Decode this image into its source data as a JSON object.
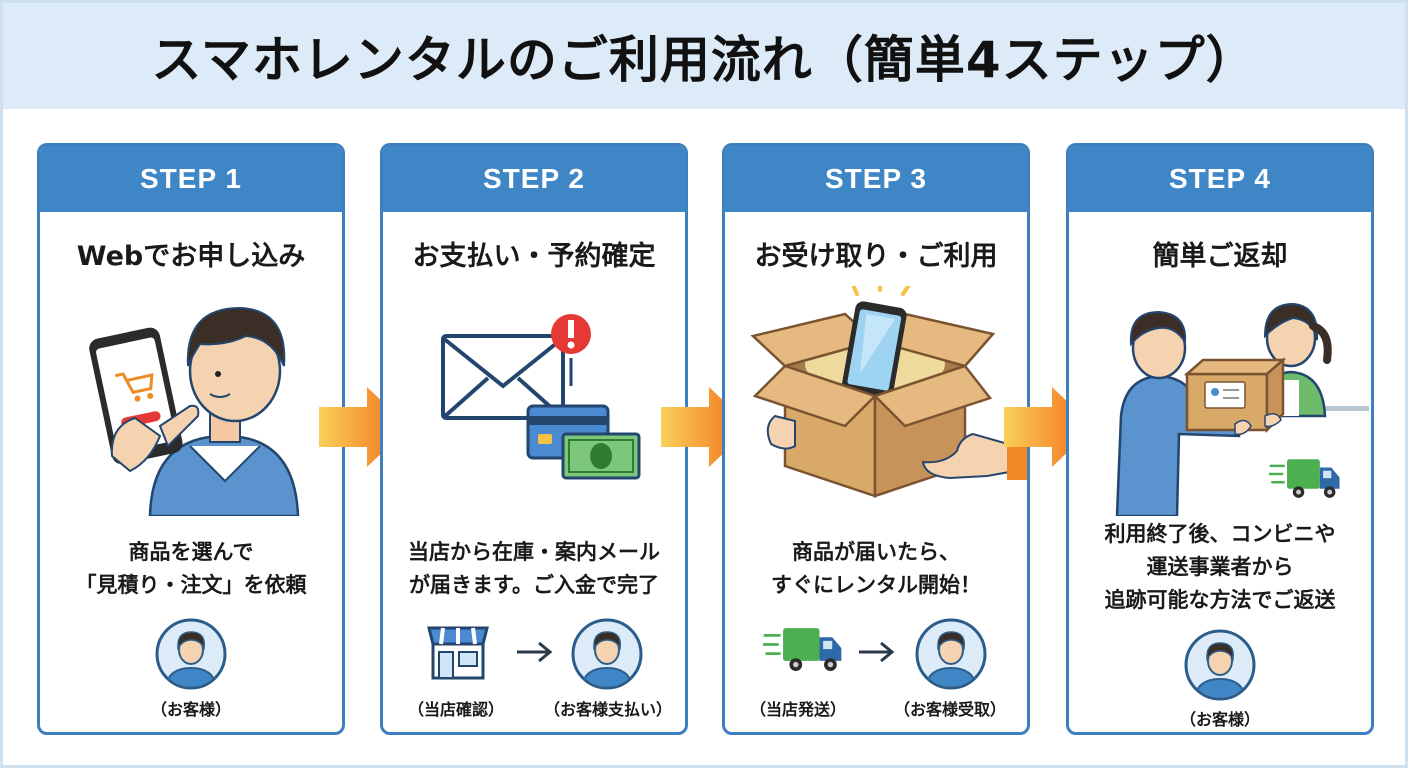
{
  "title": "スマホレンタルのご利用流れ（簡単4ステップ）",
  "steps": [
    {
      "label": "STEP 1",
      "subtitle": "Webでお申し込み",
      "desc_lines": [
        "商品を選んで",
        "「見積り・注文」を依頼"
      ],
      "actors": [
        "（お客様）"
      ]
    },
    {
      "label": "STEP 2",
      "subtitle": "お支払い・予約確定",
      "desc_lines": [
        "当店から在庫・案内メール",
        "が届きます。ご入金で完了"
      ],
      "actors": [
        "（当店確認）",
        "（お客様支払い）"
      ]
    },
    {
      "label": "STEP 3",
      "subtitle": "お受け取り・ご利用",
      "desc_lines": [
        "商品が届いたら、",
        "すぐにレンタル開始！"
      ],
      "actors": [
        "（当店発送）",
        "（お客様受取）"
      ]
    },
    {
      "label": "STEP 4",
      "subtitle": "簡単ご返却",
      "desc_lines": [
        "利用終了後、コンビニや",
        "運送事業者から",
        "追跡可能な方法でご返送"
      ],
      "actors": [
        "（お客様）"
      ]
    }
  ],
  "colors": {
    "header_blue": "#3f86c6",
    "border_blue": "#3d7fbf",
    "title_band": "#dcebf7",
    "arrow_start": "#f7c64a",
    "arrow_end": "#f26a1b",
    "truck_green": "#4caf50",
    "alert_red": "#e53935"
  },
  "icons": [
    "smartphone-user-icon",
    "envelope-icon",
    "alert-icon",
    "credit-card-icon",
    "banknote-icon",
    "shop-icon",
    "open-box-phone-icon",
    "delivery-truck-icon",
    "parcel-handover-icon",
    "customer-avatar-icon",
    "right-arrow-icon"
  ]
}
